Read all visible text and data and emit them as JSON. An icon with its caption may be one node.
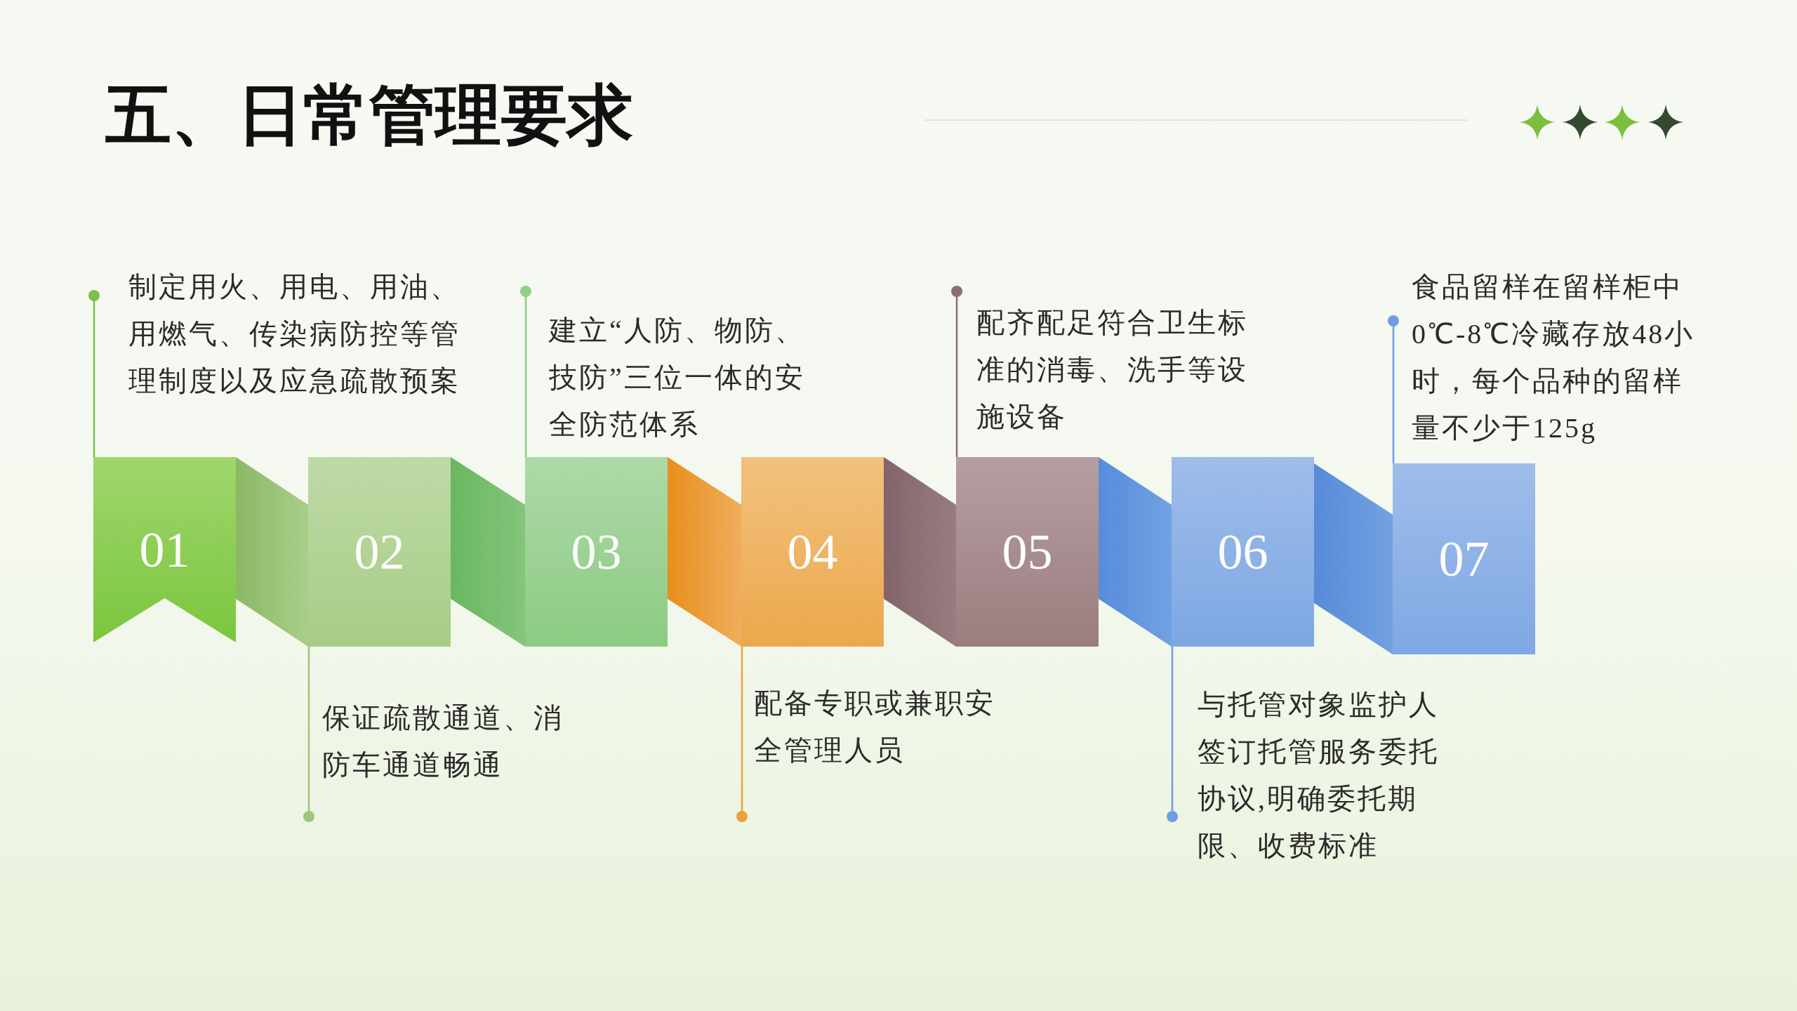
{
  "diagram": {
    "title": "五、日常管理要求",
    "nodes": [
      {
        "text": [
          "01"
        ]
      },
      {
        "text": [
          "02"
        ]
      },
      {
        "text": [
          "03"
        ]
      },
      {
        "text": [
          "04"
        ]
      },
      {
        "text": [
          "05"
        ]
      },
      {
        "text": [
          "06"
        ]
      },
      {
        "text": [
          "07"
        ]
      },
      {
        "text": [
          "制定用火、用电、用油、用燃气、传染病防控等管理制度以及应急疏散预案"
        ]
      },
      {
        "text": [
          "保证疏散通道、消防车通道畅通"
        ]
      },
      {
        "text": [
          "建立“人防、物防、技防”三位一体的安全防范体系"
        ]
      },
      {
        "text": [
          "配备专职或兼职安全管理人员"
        ]
      },
      {
        "text": [
          "配齐配足符合卫生标准的消毒、洗手等设施设备"
        ]
      },
      {
        "text": [
          "与托管对象监护人签订托管服务委托协议,明确委托期限、收费标准"
        ]
      },
      {
        "text": [
          "食品留样在留样柜中0℃-8℃冷藏存放48小时，每个品种的留样量不少于125g"
        ]
      },
      {
        "text": [],
        "shape": "parallelogram"
      },
      {
        "text": [],
        "shape": "parallelogram"
      },
      {
        "text": [],
        "shape": "parallelogram"
      },
      {
        "text": [],
        "shape": "parallelogram"
      },
      {
        "text": [],
        "shape": "parallelogram"
      },
      {
        "text": [],
        "shape": "parallelogram"
      }
    ],
    "edges": [
      {
        "from": 7,
        "to": 0,
        "arrow": "other",
        "color": "#7cbf4a"
      },
      {
        "from": 8,
        "to": 1,
        "arrow": "other",
        "color": "#9cc67c"
      },
      {
        "from": 9,
        "to": 2,
        "arrow": "other",
        "color": "#8fcf86"
      },
      {
        "from": 10,
        "to": 3,
        "arrow": "other",
        "color": "#eea03c"
      },
      {
        "from": 11,
        "to": 4,
        "arrow": "other",
        "color": "#8c6d70"
      },
      {
        "from": 12,
        "to": 5,
        "arrow": "other",
        "color": "#6f9ee0"
      },
      {
        "from": 13,
        "to": 6,
        "arrow": "other",
        "color": "#6f9ee0"
      }
    ]
  }
}
